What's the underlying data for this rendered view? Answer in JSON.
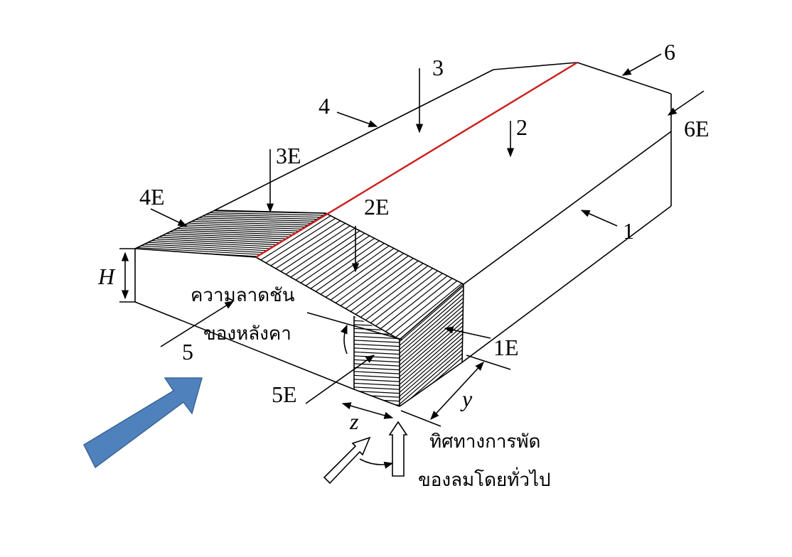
{
  "labels": {
    "zone_1": "1",
    "zone_1e": "1E",
    "zone_2": "2",
    "zone_2e": "2E",
    "zone_3": "3",
    "zone_3e": "3E",
    "zone_4": "4",
    "zone_4e": "4E",
    "zone_5": "5",
    "zone_5e": "5E",
    "zone_6": "6",
    "zone_6e": "6E",
    "dim_h": "H",
    "dim_y": "y",
    "dim_z": "z"
  },
  "notes": {
    "slope_line1": "ความลาดชัน",
    "slope_line2": "ของหลังคา",
    "wind_line1": "ทิศทางการพัด",
    "wind_line2": "ของลมโดยทั่วไป"
  },
  "colors": {
    "ridge": "#cc1f1f",
    "wind_arrow": "#4f81bd",
    "wind_arrow_border": "#3a6496"
  }
}
